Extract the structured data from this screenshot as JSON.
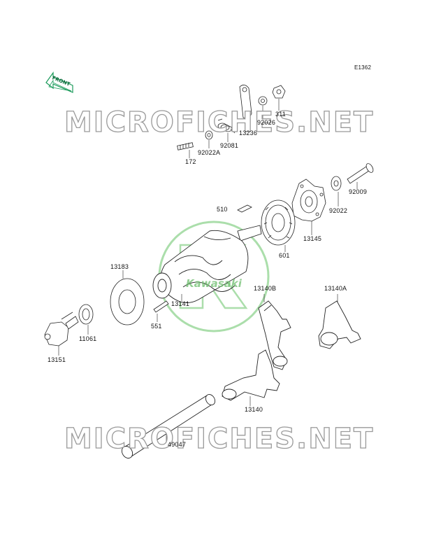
{
  "diagram_code": "E1362",
  "front_label": "FRONT",
  "watermark_text": "MICROFICHES.NET",
  "brand_text": "Kawasaki",
  "colors": {
    "watermark_green": "#7ed07e",
    "front_green": "#1a9a5a",
    "line": "#222222"
  },
  "parts": [
    {
      "id": "p172",
      "number": "172"
    },
    {
      "id": "p92022a",
      "number": "92022A"
    },
    {
      "id": "p92081",
      "number": "92081"
    },
    {
      "id": "p13236",
      "number": "13236"
    },
    {
      "id": "p92026",
      "number": "92026"
    },
    {
      "id": "p311",
      "number": "311"
    },
    {
      "id": "p510",
      "number": "510"
    },
    {
      "id": "p601",
      "number": "601"
    },
    {
      "id": "p13145",
      "number": "13145"
    },
    {
      "id": "p92022",
      "number": "92022"
    },
    {
      "id": "p92009",
      "number": "92009"
    },
    {
      "id": "p13183",
      "number": "13183"
    },
    {
      "id": "p13141",
      "number": "13141"
    },
    {
      "id": "p551",
      "number": "551"
    },
    {
      "id": "p11061",
      "number": "11061"
    },
    {
      "id": "p13151",
      "number": "13151"
    },
    {
      "id": "p13140b",
      "number": "13140B"
    },
    {
      "id": "p13140a",
      "number": "13140A"
    },
    {
      "id": "p13140",
      "number": "13140"
    },
    {
      "id": "p49047",
      "number": "49047"
    }
  ]
}
